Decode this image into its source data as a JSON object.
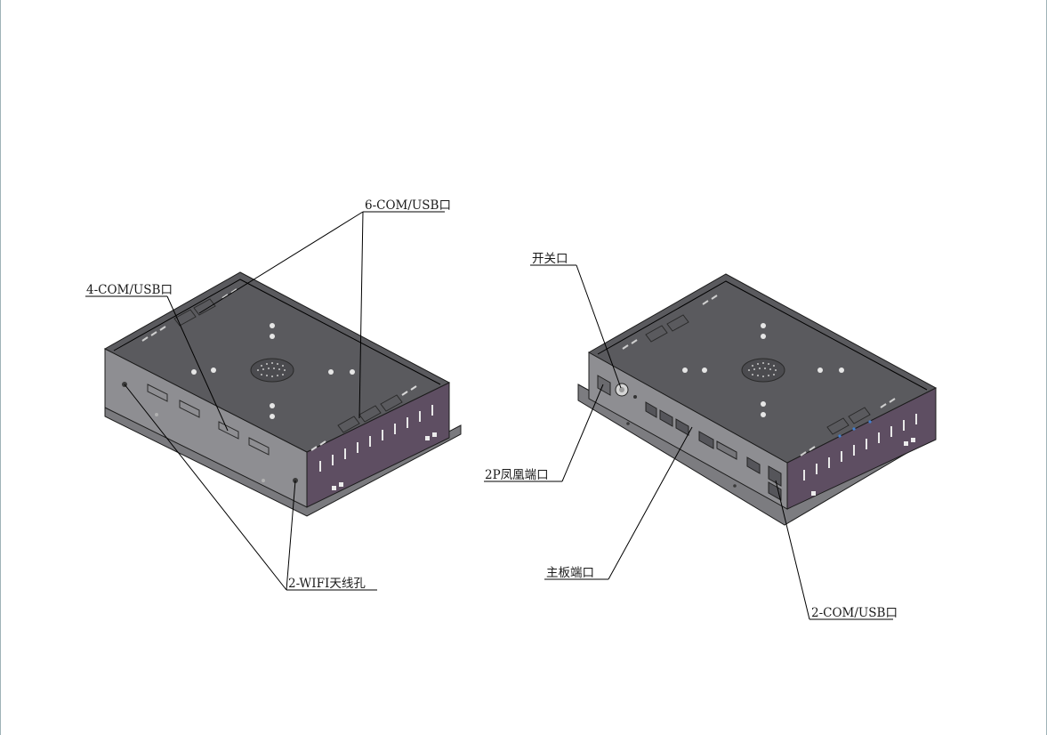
{
  "labels": {
    "com6": "6-COM/USB口",
    "com4": "4-COM/USB口",
    "wifi": "2-WIFI天线孔",
    "switch": "开关口",
    "phoenix": "2P凤凰端口",
    "mainboard": "主板端口",
    "com2": "2-COM/USB口"
  },
  "colors": {
    "top_face": "#5a5a5e",
    "side_grey": "#8e8e92",
    "side_purple": "#5e4e62",
    "outline": "#1c1c1c"
  }
}
